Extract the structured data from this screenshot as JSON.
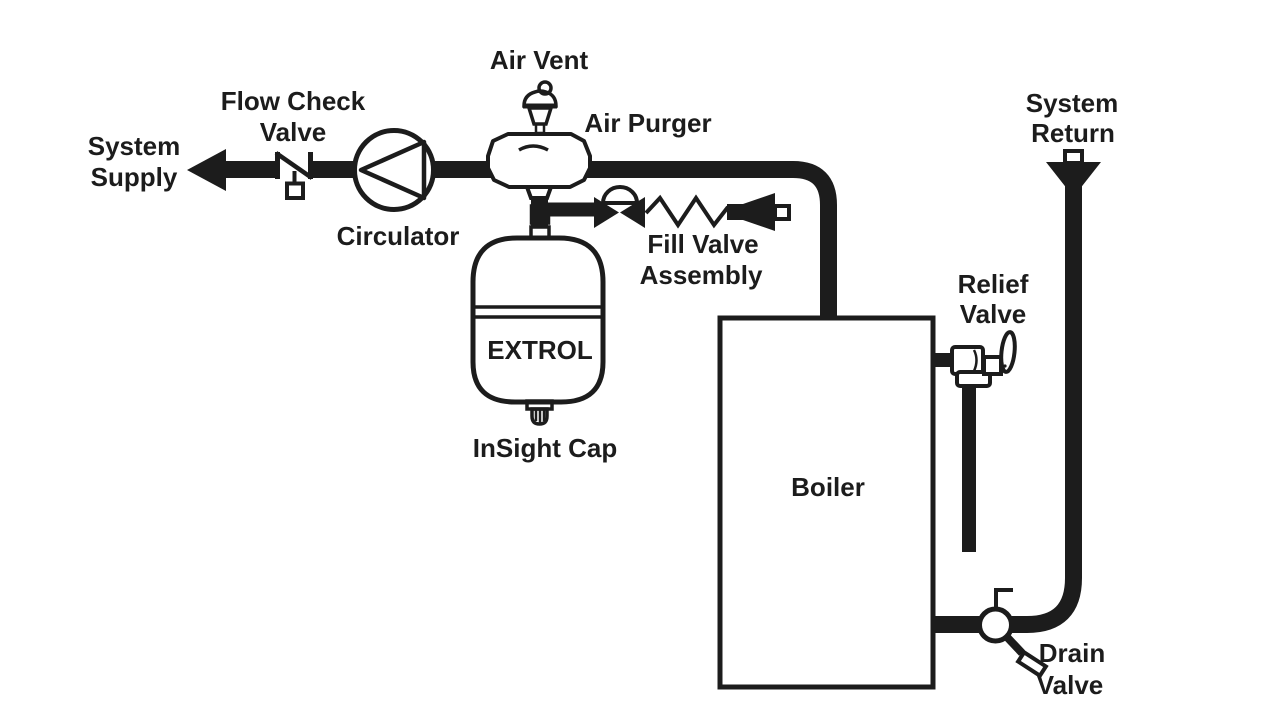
{
  "title": "Hydronic boiler piping diagram with EXTROL expansion tank",
  "colors": {
    "ink": "#1c1c1c",
    "background": "#ffffff"
  },
  "labels": {
    "system_supply": {
      "line1": "System",
      "line2": "Supply"
    },
    "flow_check_valve": {
      "line1": "Flow Check",
      "line2": "Valve"
    },
    "circulator": "Circulator",
    "air_vent": "Air Vent",
    "air_purger": "Air Purger",
    "fill_valve_assembly": {
      "line1": "Fill Valve",
      "line2": "Assembly"
    },
    "tank_brand": "EXTROL",
    "insight_cap": "InSight Cap",
    "boiler": "Boiler",
    "relief_valve": {
      "line1": "Relief",
      "line2": "Valve"
    },
    "system_return": {
      "line1": "System",
      "line2": "Return"
    },
    "drain_valve": {
      "line1": "Drain",
      "line2": "Valve"
    }
  }
}
